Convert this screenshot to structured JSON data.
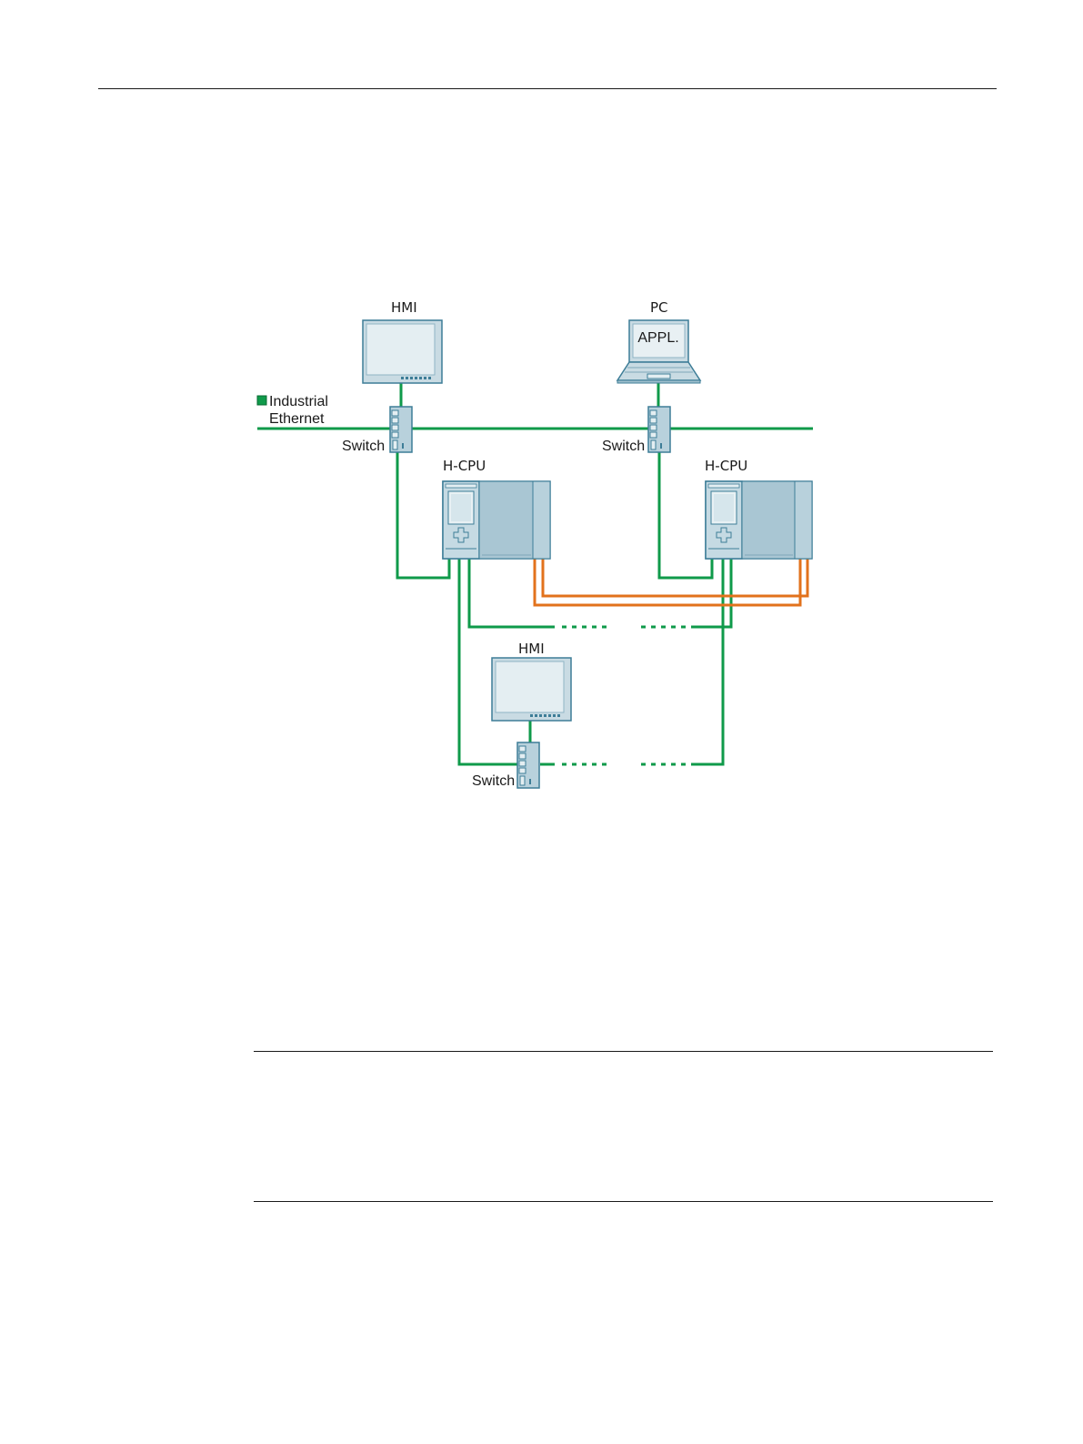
{
  "labels": {
    "hmi_top": "HMI",
    "pc": "PC",
    "pc_screen": "APPL.",
    "legend_line1": "Industrial",
    "legend_line2": "Ethernet",
    "switch_left": "Switch",
    "switch_right": "Switch",
    "cpu_left": "H-CPU",
    "cpu_right": "H-CPU",
    "hmi_bottom": "HMI",
    "switch_bottom": "Switch"
  },
  "colors": {
    "ethernet": "#0f9a4a",
    "sync_link": "#e2721c",
    "device_fill": "#b8d1dc",
    "device_stroke": "#3d7d97"
  }
}
